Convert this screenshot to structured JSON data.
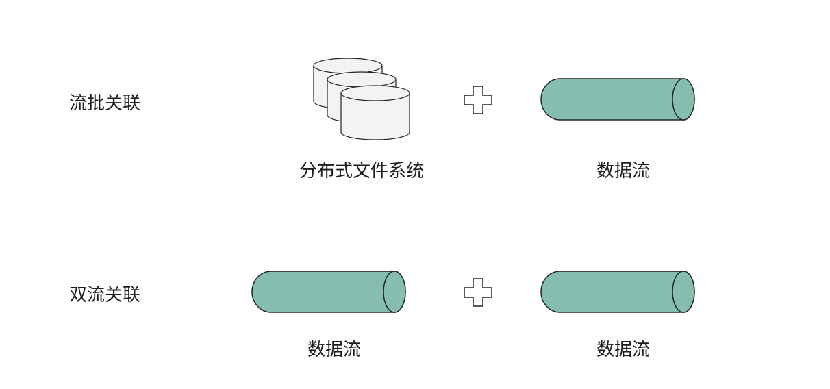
{
  "rows": [
    {
      "label": "流批关联",
      "left": {
        "kind": "storage",
        "caption": "分布式文件系统"
      },
      "operator": "+",
      "right": {
        "kind": "stream",
        "caption": "数据流"
      }
    },
    {
      "label": "双流关联",
      "left": {
        "kind": "stream",
        "caption": "数据流"
      },
      "operator": "+",
      "right": {
        "kind": "stream",
        "caption": "数据流"
      }
    }
  ],
  "colors": {
    "stream_fill": "#86bdb1",
    "stroke": "#222222",
    "storage_fill": "#f3f3f3",
    "plus_fill": "#ffffff"
  }
}
